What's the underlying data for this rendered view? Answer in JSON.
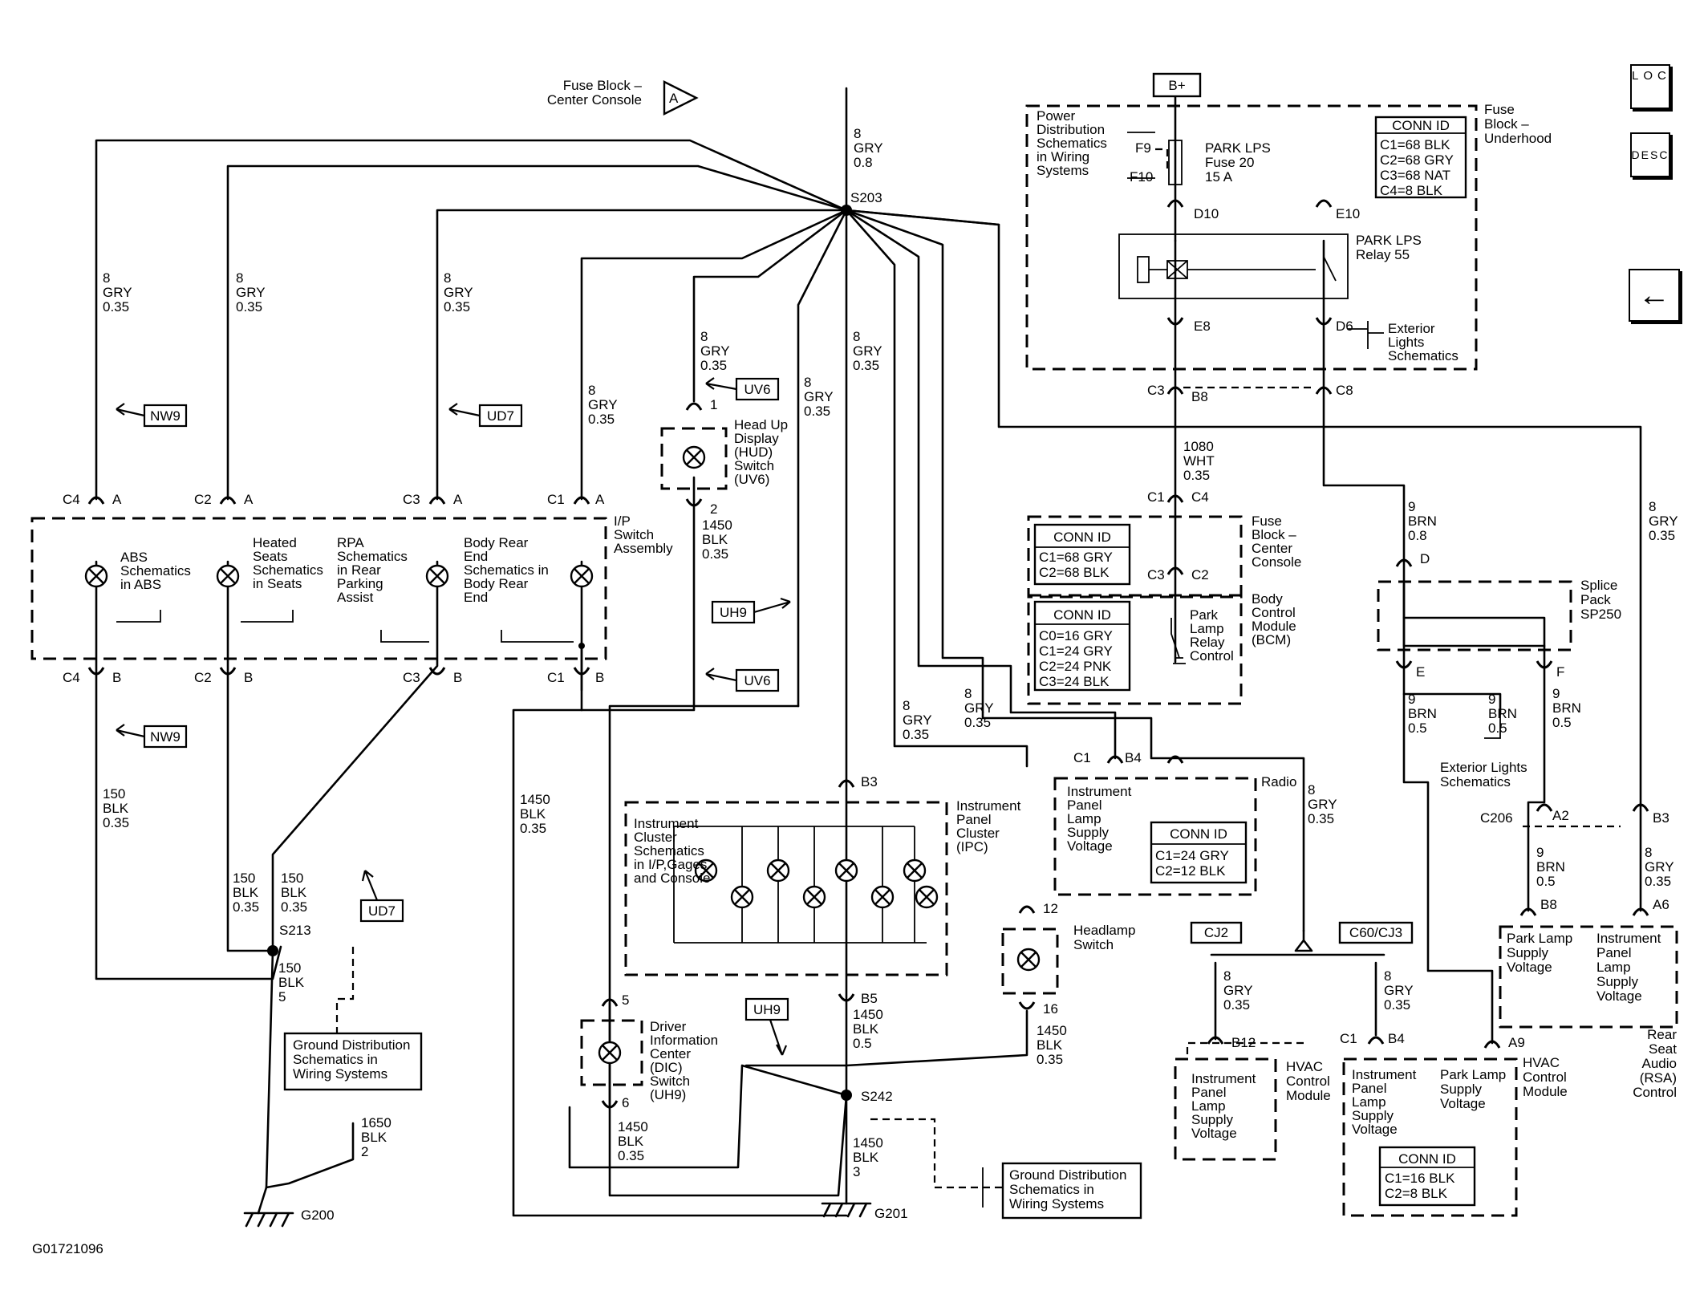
{
  "fuse_center_console_a": "Fuse Block –\nCenter Console",
  "fuse_center_console_a_letter": "A",
  "b_plus": "B+",
  "fuse_underhood": "Fuse\nBlock –\nUnderhood",
  "power_distribution": "Power\nDistribution\nSchematics\nin Wiring\nSystems",
  "fuse_f9": "F9",
  "fuse_f10": "F10",
  "park_lps_fuse": "PARK LPS\nFuse 20\n15 A",
  "conn_id_title": "CONN ID",
  "underhood_conn_ids": [
    "C1=68 BLK",
    "C2=68 GRY",
    "C3=68 NAT",
    "C4=8 BLK"
  ],
  "relay_label": "PARK LPS\nRelay 55",
  "pin_d10": "D10",
  "pin_e10": "E10",
  "pin_e8": "E8",
  "pin_d6": "D6",
  "exterior_lights": "Exterior\nLights\nSchematics",
  "pin_c3": "C3",
  "pin_b8": "B8",
  "pin_c8": "C8",
  "wire_1080": "1080\nWHT\n0.35",
  "pin_c1_top": "C1",
  "pin_c4_top": "C4",
  "fuse_center_console_b": "Fuse\nBlock –\nCenter\nConsole",
  "center_console_conn_ids": [
    "C1=68 GRY",
    "C2=68 BLK"
  ],
  "pin_c3_bcm": "C3",
  "pin_c2_bcm": "C2",
  "bcm_conn_ids": [
    "C0=16 GRY",
    "C1=24 GRY",
    "C2=24 PNK",
    "C3=24 BLK"
  ],
  "park_lamp_relay": "Park\nLamp\nRelay\nControl",
  "bcm_label": "Body\nControl\nModule\n(BCM)",
  "s203": "S203",
  "wire_8gry_08": "8\nGRY\n0.8",
  "wire_8gry_035": "8\nGRY\n0.35",
  "wire_9brn_08": "9\nBRN\n0.8",
  "wire_9brn_05": "9\nBRN\n0.5",
  "splice_pack": "Splice\nPack\nSP250",
  "pin_d": "D",
  "pin_e": "E",
  "pin_f": "F",
  "exterior_lights_2": "Exterior Lights\nSchematics",
  "pin_c206": "C206",
  "pin_a2": "A2",
  "pin_b3": "B3",
  "pin_b8_rsa": "B8",
  "pin_a6": "A6",
  "rsa_park_lamp": "Park Lamp\nSupply\nVoltage",
  "rsa_ip_lamp": "Instrument\nPanel\nLamp\nSupply\nVoltage",
  "rsa_label": "Rear\nSeat\nAudio\n(RSA)\nControl",
  "nav_loc": "LOC",
  "nav_desc": "DESC",
  "nav_back": "←",
  "tag_nw9": "NW9",
  "tag_ud7": "UD7",
  "tag_uv6": "UV6",
  "tag_uh9": "UH9",
  "abs_text": "ABS\nSchematics\nin ABS",
  "heated_seats_text": "Heated\nSeats\nSchematics\nin Seats",
  "rpa_text": "RPA\nSchematics\nin Rear\nParking\nAssist",
  "body_rear_text": "Body Rear\nEnd\nSchematics in\nBody Rear\nEnd",
  "ip_switch": "I/P\nSwitch\nAssembly",
  "hud_text": "Head Up\nDisplay\n(HUD)\nSwitch\n(UV6)",
  "hud_pin_1": "1",
  "hud_pin_2": "2",
  "wire_1450_035": "1450\nBLK\n0.35",
  "wire_150_035": "150\nBLK\n0.35",
  "wire_150_5": "150\nBLK\n5",
  "wire_1650": "1650\nBLK\n2",
  "wire_1450_05": "1450\nBLK\n0.5",
  "wire_1450_3": "1450\nBLK\n3",
  "s213": "S213",
  "s242": "S242",
  "g200": "G200",
  "g201": "G201",
  "ground_dist": "Ground Distribution\nSchematics in\nWiring Systems",
  "ipc_schem": "Instrument\nCluster\nSchematics\nin I/P,Gages\nand Console",
  "ipc_label": "Instrument\nPanel\nCluster\n(IPC)",
  "pin_b3_ipc": "B3",
  "pin_b5_ipc": "B5",
  "dic_text": "Driver\nInformation\nCenter\n(DIC)\nSwitch\n(UH9)",
  "pin_5": "5",
  "pin_6": "6",
  "headlamp": "Headlamp\nSwitch",
  "pin_12": "12",
  "pin_16": "16",
  "radio": "Radio",
  "radio_pins": "C1",
  "radio_pin_b4": "B4",
  "radio_ip_lamp": "Instrument\nPanel\nLamp\nSupply\nVoltage",
  "radio_conn_ids": [
    "C1=24 GRY",
    "C2=12 BLK"
  ],
  "cj2": "CJ2",
  "c60_cj3": "C60/CJ3",
  "pin_b12": "B12",
  "hvac_ip_lamp": "Instrument\nPanel\nLamp\nSupply\nVoltage",
  "hvac_label": "HVAC\nControl\nModule",
  "pin_c1_hvac": "C1",
  "pin_b4_hvac": "B4",
  "pin_a9": "A9",
  "hvac2_ip_lamp": "Instrument\nPanel\nLamp\nSupply\nVoltage",
  "hvac2_park": "Park Lamp\nSupply\nVoltage",
  "hvac2_label": "HVAC\nControl\nModule",
  "hvac_conn_ids": [
    "C1=16 BLK",
    "C2=8 BLK"
  ],
  "figure_id": "G01721096",
  "pin_c4": "C4",
  "pin_c2": "C2",
  "pin_c1": "C1",
  "pin_a": "A",
  "pin_b": "B"
}
